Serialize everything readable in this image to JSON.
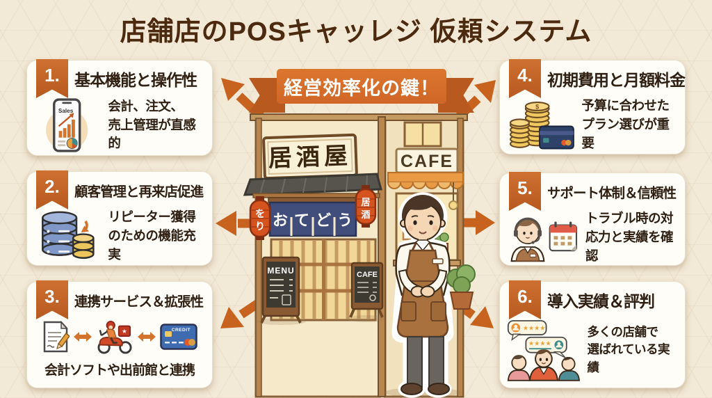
{
  "header": {
    "title": "店舗店のPOSキャッレジ 仮頛システム"
  },
  "ribbon": {
    "label": "経営効率化の鍵！"
  },
  "cards": [
    {
      "num": "1.",
      "title": "基本機能と操作性",
      "desc": "会計、注文、\n売上管理が直感的",
      "icon": "smartphone-sales-chart",
      "icon_text": "Sales"
    },
    {
      "num": "2.",
      "title": "顧客管理と再来店促進",
      "desc": "リピーター獲得\nのための機能充実",
      "icon": "customer-database"
    },
    {
      "num": "3.",
      "title": "連携サービス＆拡張性",
      "desc": "会計ソフトや出前館と連携",
      "icon": "integration-doc-delivery-card",
      "icon_text": "CREDIT",
      "delivery_mark": "★"
    },
    {
      "num": "4.",
      "title": "初期費用と月額料金",
      "desc": "予算に合わせた\nプラン選びが重要",
      "icon": "coins-credit-card",
      "coin_symbol": "$"
    },
    {
      "num": "5.",
      "title": "サポート体制＆信頼性",
      "desc": "トラブル時の対\n応力と実績を確認",
      "icon": "support-agent-calendar"
    },
    {
      "num": "6.",
      "title": "導入実績＆評判",
      "desc": "多くの店舗で\n選ばれている実績",
      "icon": "reviews-people",
      "stars": "★★★★",
      "stars2": "★★★★"
    }
  ],
  "storefront": {
    "izakaya_sign": "居酒屋",
    "cafe_sign": "CAFE",
    "noren_chars": [
      "お",
      "て",
      "ど",
      "う"
    ],
    "lantern_left_chars": [
      "を",
      "り"
    ],
    "lantern_right_chars": [
      "居",
      "酒"
    ],
    "menu_board_title": "MENU",
    "cafe_board_title": "CAFE"
  },
  "colors": {
    "accent_orange": "#c8631f",
    "ribbon_orange": "#d9712c",
    "title_brown": "#4b2a10",
    "card_bg": "#fffdf8",
    "background": "#f2e9d6",
    "noren_navy": "#414e7c",
    "lantern_red": "#d5531f"
  }
}
